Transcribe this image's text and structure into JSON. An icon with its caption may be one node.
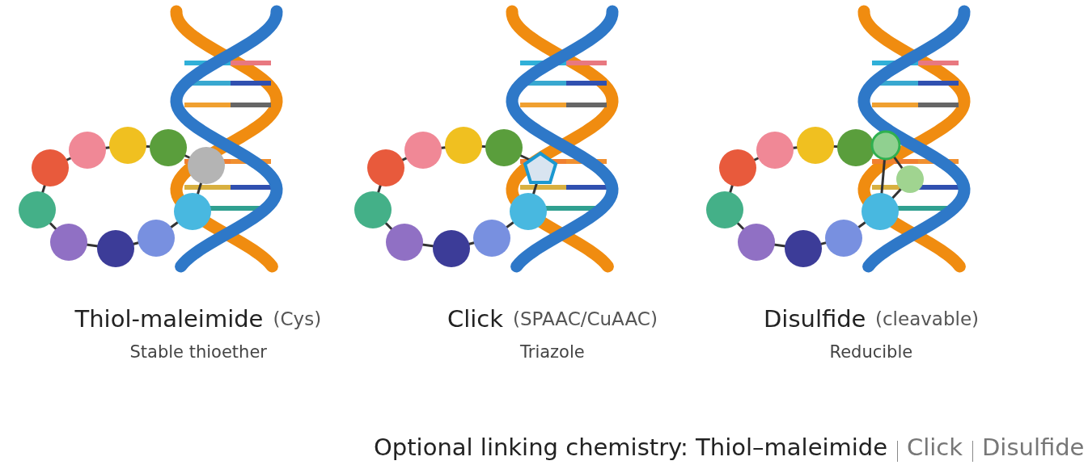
{
  "diagram": {
    "labels": [
      "Thiol-maleimide",
      "(Cys)",
      "Stable thioether",
      "Click",
      "(SPAAC/CuAAC)",
      "Triazole",
      "Disulfide",
      "(cleavable)",
      "Reducible",
      "Optional linking chemistry: Thiol–maleimide",
      "Click",
      "Disulfide"
    ]
  }
}
